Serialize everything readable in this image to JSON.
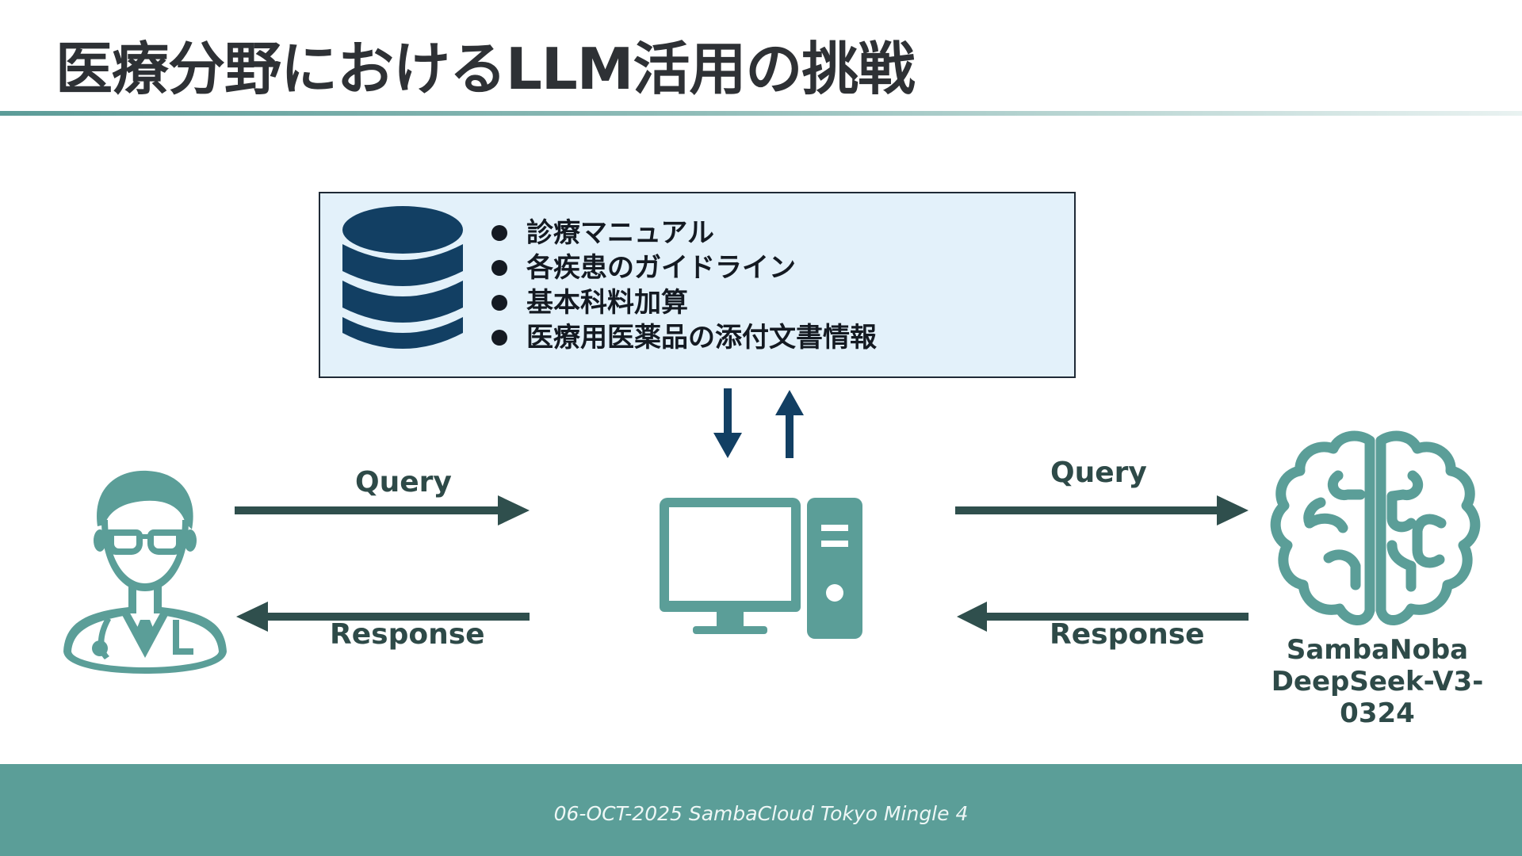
{
  "slide": {
    "title": "医療分野におけるLLM活用の挑戦"
  },
  "knowledge_base": {
    "items": [
      "診療マニュアル",
      "各疾患のガイドライン",
      "基本科料加算",
      "医療用医薬品の添付文書情報"
    ]
  },
  "flow": {
    "left_query": "Query",
    "left_response": "Response",
    "right_query": "Query",
    "right_response": "Response"
  },
  "model": {
    "line1": "SambaNoba",
    "line2": "DeepSeek-V3-0324"
  },
  "footer": {
    "text": "06-OCT-2025 SambaCloud Tokyo Mingle 4"
  },
  "colors": {
    "teal": "#5b9e98",
    "dark_teal_arrow": "#2f4f4d",
    "navy": "#123f63",
    "kb_background": "#e3f1fa"
  },
  "icons": {
    "doctor": "doctor-icon",
    "database": "database-icon",
    "computer": "computer-icon",
    "brain": "brain-icon"
  }
}
